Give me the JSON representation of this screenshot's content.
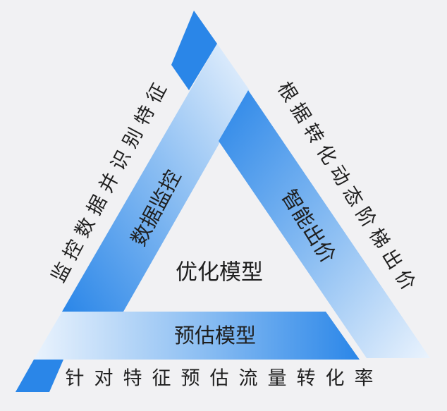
{
  "diagram": {
    "center_label": "优化模型",
    "band_labels": {
      "left": "数据监控",
      "right": "智能出价",
      "bottom": "预估模型"
    },
    "side_captions": {
      "left": "监控数据并识别特征",
      "right": "根据转化动态阶梯出价",
      "bottom": "针对特征预估流量转化率"
    }
  },
  "colors": {
    "background": "#f1f1f3",
    "band_dark": "#2a86e8",
    "band_light": "#eaf3fd",
    "text": "#1f1f1f"
  }
}
